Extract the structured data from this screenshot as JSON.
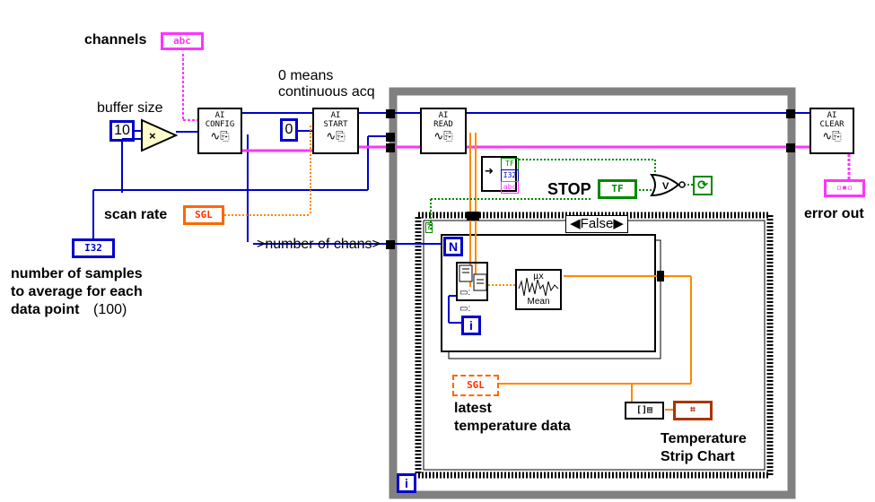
{
  "labels": {
    "channels": "channels",
    "buffer_size": "buffer size",
    "zero_means": "0 means\ncontinuous acq",
    "scan_rate": "scan rate",
    "number_of_chans": ">number of chans>",
    "num_samples": "number of samples\nto average for each\ndata point",
    "num_samples_paren": "(100)",
    "stop": "STOP",
    "false_case": "False",
    "latest_temp": "latest\ntemperature data",
    "temp_chart": "Temperature\nStrip Chart",
    "error_out": "error out"
  },
  "constants": {
    "abc": "abc",
    "buffer_value": "10",
    "zero_value": "0",
    "sgl": "SGL",
    "i32": "I32",
    "tf": "TF",
    "n": "N",
    "i": "i"
  },
  "vis": {
    "ai_config": "AI\nCONFIG",
    "ai_start": "AI\nSTART",
    "ai_read": "AI\nREAD",
    "ai_clear": "AI\nCLEAR",
    "mean": "Mean",
    "mean_symbol": "μx"
  },
  "colors": {
    "string_wire": "#ff33ff",
    "numeric_wire": "#0000cc",
    "float_wire": "#ff8800",
    "boolean_wire": "#008800",
    "loop_border": "#808080"
  }
}
